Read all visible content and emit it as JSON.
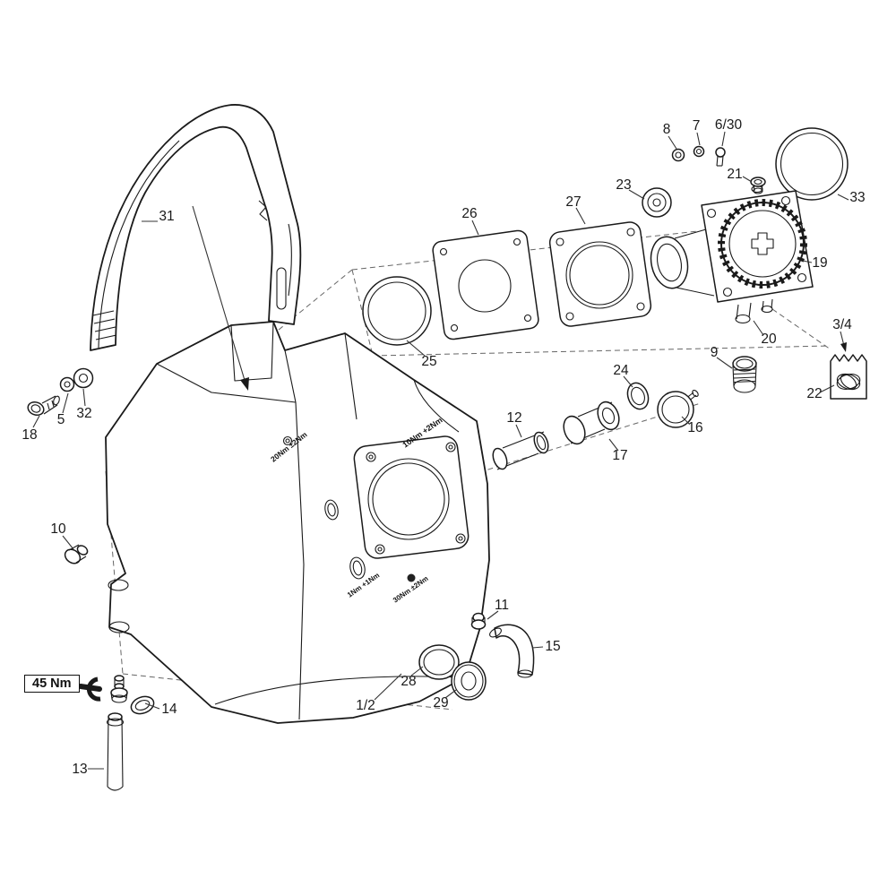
{
  "diagram": {
    "colors": {
      "background": "#ffffff",
      "line": "#1a1a1a",
      "guide": "#666666"
    },
    "torque_box": {
      "label": "45 Nm"
    },
    "torque_notes": [
      {
        "text": "10Nm +2Nm"
      },
      {
        "text": "20Nm ±2Nm"
      },
      {
        "text": "1Nm +1Nm"
      },
      {
        "text": "30Nm ±2Nm"
      }
    ],
    "labels": [
      {
        "text": "31"
      },
      {
        "text": "5"
      },
      {
        "text": "32"
      },
      {
        "text": "18"
      },
      {
        "text": "10"
      },
      {
        "text": "14"
      },
      {
        "text": "13"
      },
      {
        "text": "1/2"
      },
      {
        "text": "28"
      },
      {
        "text": "29"
      },
      {
        "text": "11"
      },
      {
        "text": "15"
      },
      {
        "text": "12"
      },
      {
        "text": "25"
      },
      {
        "text": "26"
      },
      {
        "text": "27"
      },
      {
        "text": "23"
      },
      {
        "text": "8"
      },
      {
        "text": "7"
      },
      {
        "text": "6/30"
      },
      {
        "text": "21"
      },
      {
        "text": "33"
      },
      {
        "text": "19"
      },
      {
        "text": "3/4"
      },
      {
        "text": "20"
      },
      {
        "text": "9"
      },
      {
        "text": "22"
      },
      {
        "text": "16"
      },
      {
        "text": "24"
      },
      {
        "text": "17"
      }
    ]
  }
}
